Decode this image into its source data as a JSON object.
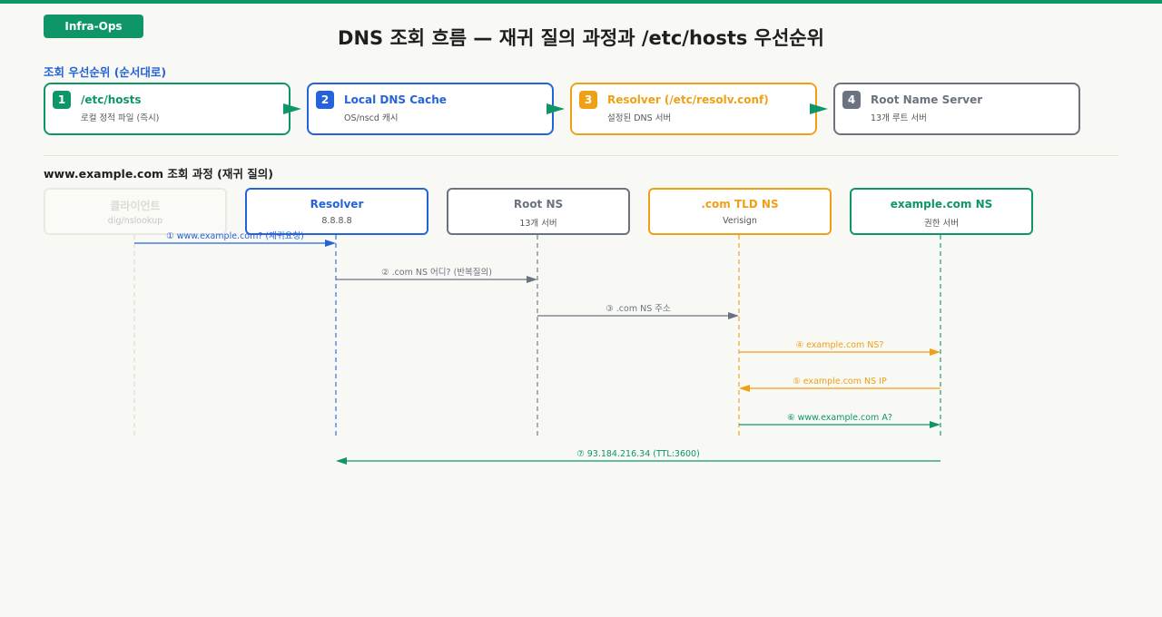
{
  "badge": "Infra-Ops",
  "title": "DNS 조회 흐름 — 재귀 질의 과정과 /etc/hosts 우선순위",
  "priority_section": {
    "label": "조회 우선순위 (순서대로)",
    "items": [
      {
        "num": "1",
        "title": "/etc/hosts",
        "sub": "로컬 정적 파일 (즉시)",
        "color": "#0e9669"
      },
      {
        "num": "2",
        "title": "Local DNS Cache",
        "sub": "OS/nscd 캐시",
        "color": "#2563d9"
      },
      {
        "num": "3",
        "title": "Resolver (/etc/resolv.conf)",
        "sub": "설정된 DNS 서버",
        "color": "#f0a017"
      },
      {
        "num": "4",
        "title": "Root Name Server",
        "sub": "13개 루트 서버",
        "color": "#6b7280"
      }
    ],
    "arrow_color": "#0e9669"
  },
  "sequence_section": {
    "label": "www.example.com 조회 과정 (재귀 질의)",
    "actors": [
      {
        "title": "클라이언트",
        "sub": "dig/nslookup",
        "color": "#c8c8c0"
      },
      {
        "title": "Resolver",
        "sub": "8.8.8.8",
        "color": "#2563d9"
      },
      {
        "title": "Root NS",
        "sub": "13개 서버",
        "color": "#6b7280"
      },
      {
        "title": ".com TLD NS",
        "sub": "Verisign",
        "color": "#f0a017"
      },
      {
        "title": "example.com NS",
        "sub": "권한 서버",
        "color": "#0e9669"
      }
    ],
    "messages": [
      {
        "from": 0,
        "to": 1,
        "label": "① www.example.com? (재귀요청)",
        "color": "#2563d9"
      },
      {
        "from": 1,
        "to": 2,
        "label": "② .com NS 어디? (반복질의)",
        "color": "#6b7280"
      },
      {
        "from": 2,
        "to": 3,
        "label": "③ .com NS 주소",
        "color": "#6b7280"
      },
      {
        "from": 3,
        "to": 4,
        "label": "④ example.com NS?",
        "color": "#f0a017"
      },
      {
        "from": 4,
        "to": 3,
        "label": "⑤ example.com NS IP",
        "color": "#f0a017"
      },
      {
        "from": 3,
        "to": 4,
        "label": "⑥ www.example.com A?",
        "color": "#0e9669"
      },
      {
        "from": 4,
        "to": 1,
        "label": "⑦ 93.184.216.34 (TTL:3600)",
        "color": "#0e9669"
      }
    ]
  }
}
